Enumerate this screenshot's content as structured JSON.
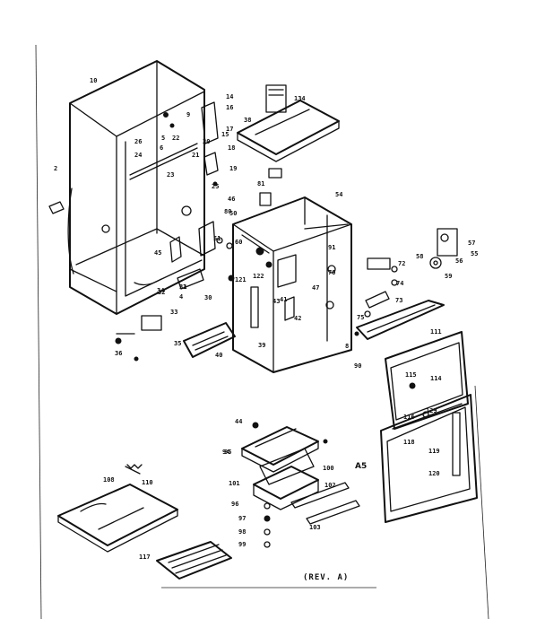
{
  "section_mark": "A5",
  "revision": "(REV. A)",
  "part_labels": [
    {
      "id": "p10",
      "text": "10"
    },
    {
      "id": "p14",
      "text": "14"
    },
    {
      "id": "p15",
      "text": "15"
    },
    {
      "id": "p16",
      "text": "16"
    },
    {
      "id": "p17",
      "text": "17"
    },
    {
      "id": "p18",
      "text": "18"
    },
    {
      "id": "p19",
      "text": "19"
    },
    {
      "id": "p20",
      "text": "20"
    },
    {
      "id": "p21",
      "text": "21"
    },
    {
      "id": "p22",
      "text": "22"
    },
    {
      "id": "p23",
      "text": "23"
    },
    {
      "id": "p24",
      "text": "24"
    },
    {
      "id": "p25",
      "text": "25"
    },
    {
      "id": "p26",
      "text": "26"
    },
    {
      "id": "p2",
      "text": "2"
    },
    {
      "id": "p3",
      "text": "3"
    },
    {
      "id": "p4",
      "text": "4"
    },
    {
      "id": "p5",
      "text": "5"
    },
    {
      "id": "p6",
      "text": "6"
    },
    {
      "id": "p9",
      "text": "9"
    },
    {
      "id": "p30",
      "text": "30"
    },
    {
      "id": "p31",
      "text": "31"
    },
    {
      "id": "p32",
      "text": "32"
    },
    {
      "id": "p33",
      "text": "33"
    },
    {
      "id": "p34",
      "text": "34"
    },
    {
      "id": "p35",
      "text": "35"
    },
    {
      "id": "p36",
      "text": "36"
    },
    {
      "id": "p38",
      "text": "38"
    },
    {
      "id": "p39",
      "text": "39"
    },
    {
      "id": "p40",
      "text": "40"
    },
    {
      "id": "p41",
      "text": "41"
    },
    {
      "id": "p42",
      "text": "42"
    },
    {
      "id": "p43",
      "text": "43"
    },
    {
      "id": "p44",
      "text": "44"
    },
    {
      "id": "p46",
      "text": "46"
    },
    {
      "id": "p47",
      "text": "47"
    },
    {
      "id": "p50",
      "text": "50"
    },
    {
      "id": "p54",
      "text": "54"
    },
    {
      "id": "p55",
      "text": "55"
    },
    {
      "id": "p56",
      "text": "56"
    },
    {
      "id": "p57",
      "text": "57"
    },
    {
      "id": "p58",
      "text": "58"
    },
    {
      "id": "p59",
      "text": "59"
    },
    {
      "id": "p60",
      "text": "60"
    },
    {
      "id": "p70",
      "text": "70"
    },
    {
      "id": "p72",
      "text": "72"
    },
    {
      "id": "p73",
      "text": "73"
    },
    {
      "id": "p74",
      "text": "74"
    },
    {
      "id": "p75",
      "text": "75"
    },
    {
      "id": "p80",
      "text": "80"
    },
    {
      "id": "p81",
      "text": "81"
    },
    {
      "id": "p90",
      "text": "90"
    },
    {
      "id": "p94",
      "text": "94"
    },
    {
      "id": "p96",
      "text": "96"
    },
    {
      "id": "p97",
      "text": "97"
    },
    {
      "id": "p98",
      "text": "98"
    },
    {
      "id": "p99",
      "text": "99"
    },
    {
      "id": "p100",
      "text": "100"
    },
    {
      "id": "p101",
      "text": "101"
    },
    {
      "id": "p102",
      "text": "102"
    },
    {
      "id": "p103",
      "text": "103"
    },
    {
      "id": "p108",
      "text": "108"
    },
    {
      "id": "p110",
      "text": "110"
    },
    {
      "id": "p111",
      "text": "111"
    },
    {
      "id": "p114",
      "text": "114"
    },
    {
      "id": "p115",
      "text": "115"
    },
    {
      "id": "p116",
      "text": "116"
    },
    {
      "id": "p117",
      "text": "117"
    },
    {
      "id": "p118",
      "text": "118"
    },
    {
      "id": "p119",
      "text": "119"
    },
    {
      "id": "p120",
      "text": "120"
    },
    {
      "id": "p121",
      "text": "121"
    },
    {
      "id": "p122",
      "text": "122"
    },
    {
      "id": "p129",
      "text": "129"
    },
    {
      "id": "p134",
      "text": "134"
    },
    {
      "id": "p8",
      "text": "8"
    },
    {
      "id": "p51",
      "text": "51"
    },
    {
      "id": "p45",
      "text": "45"
    },
    {
      "id": "p95",
      "text": "95"
    },
    {
      "id": "p91",
      "text": "91"
    }
  ]
}
